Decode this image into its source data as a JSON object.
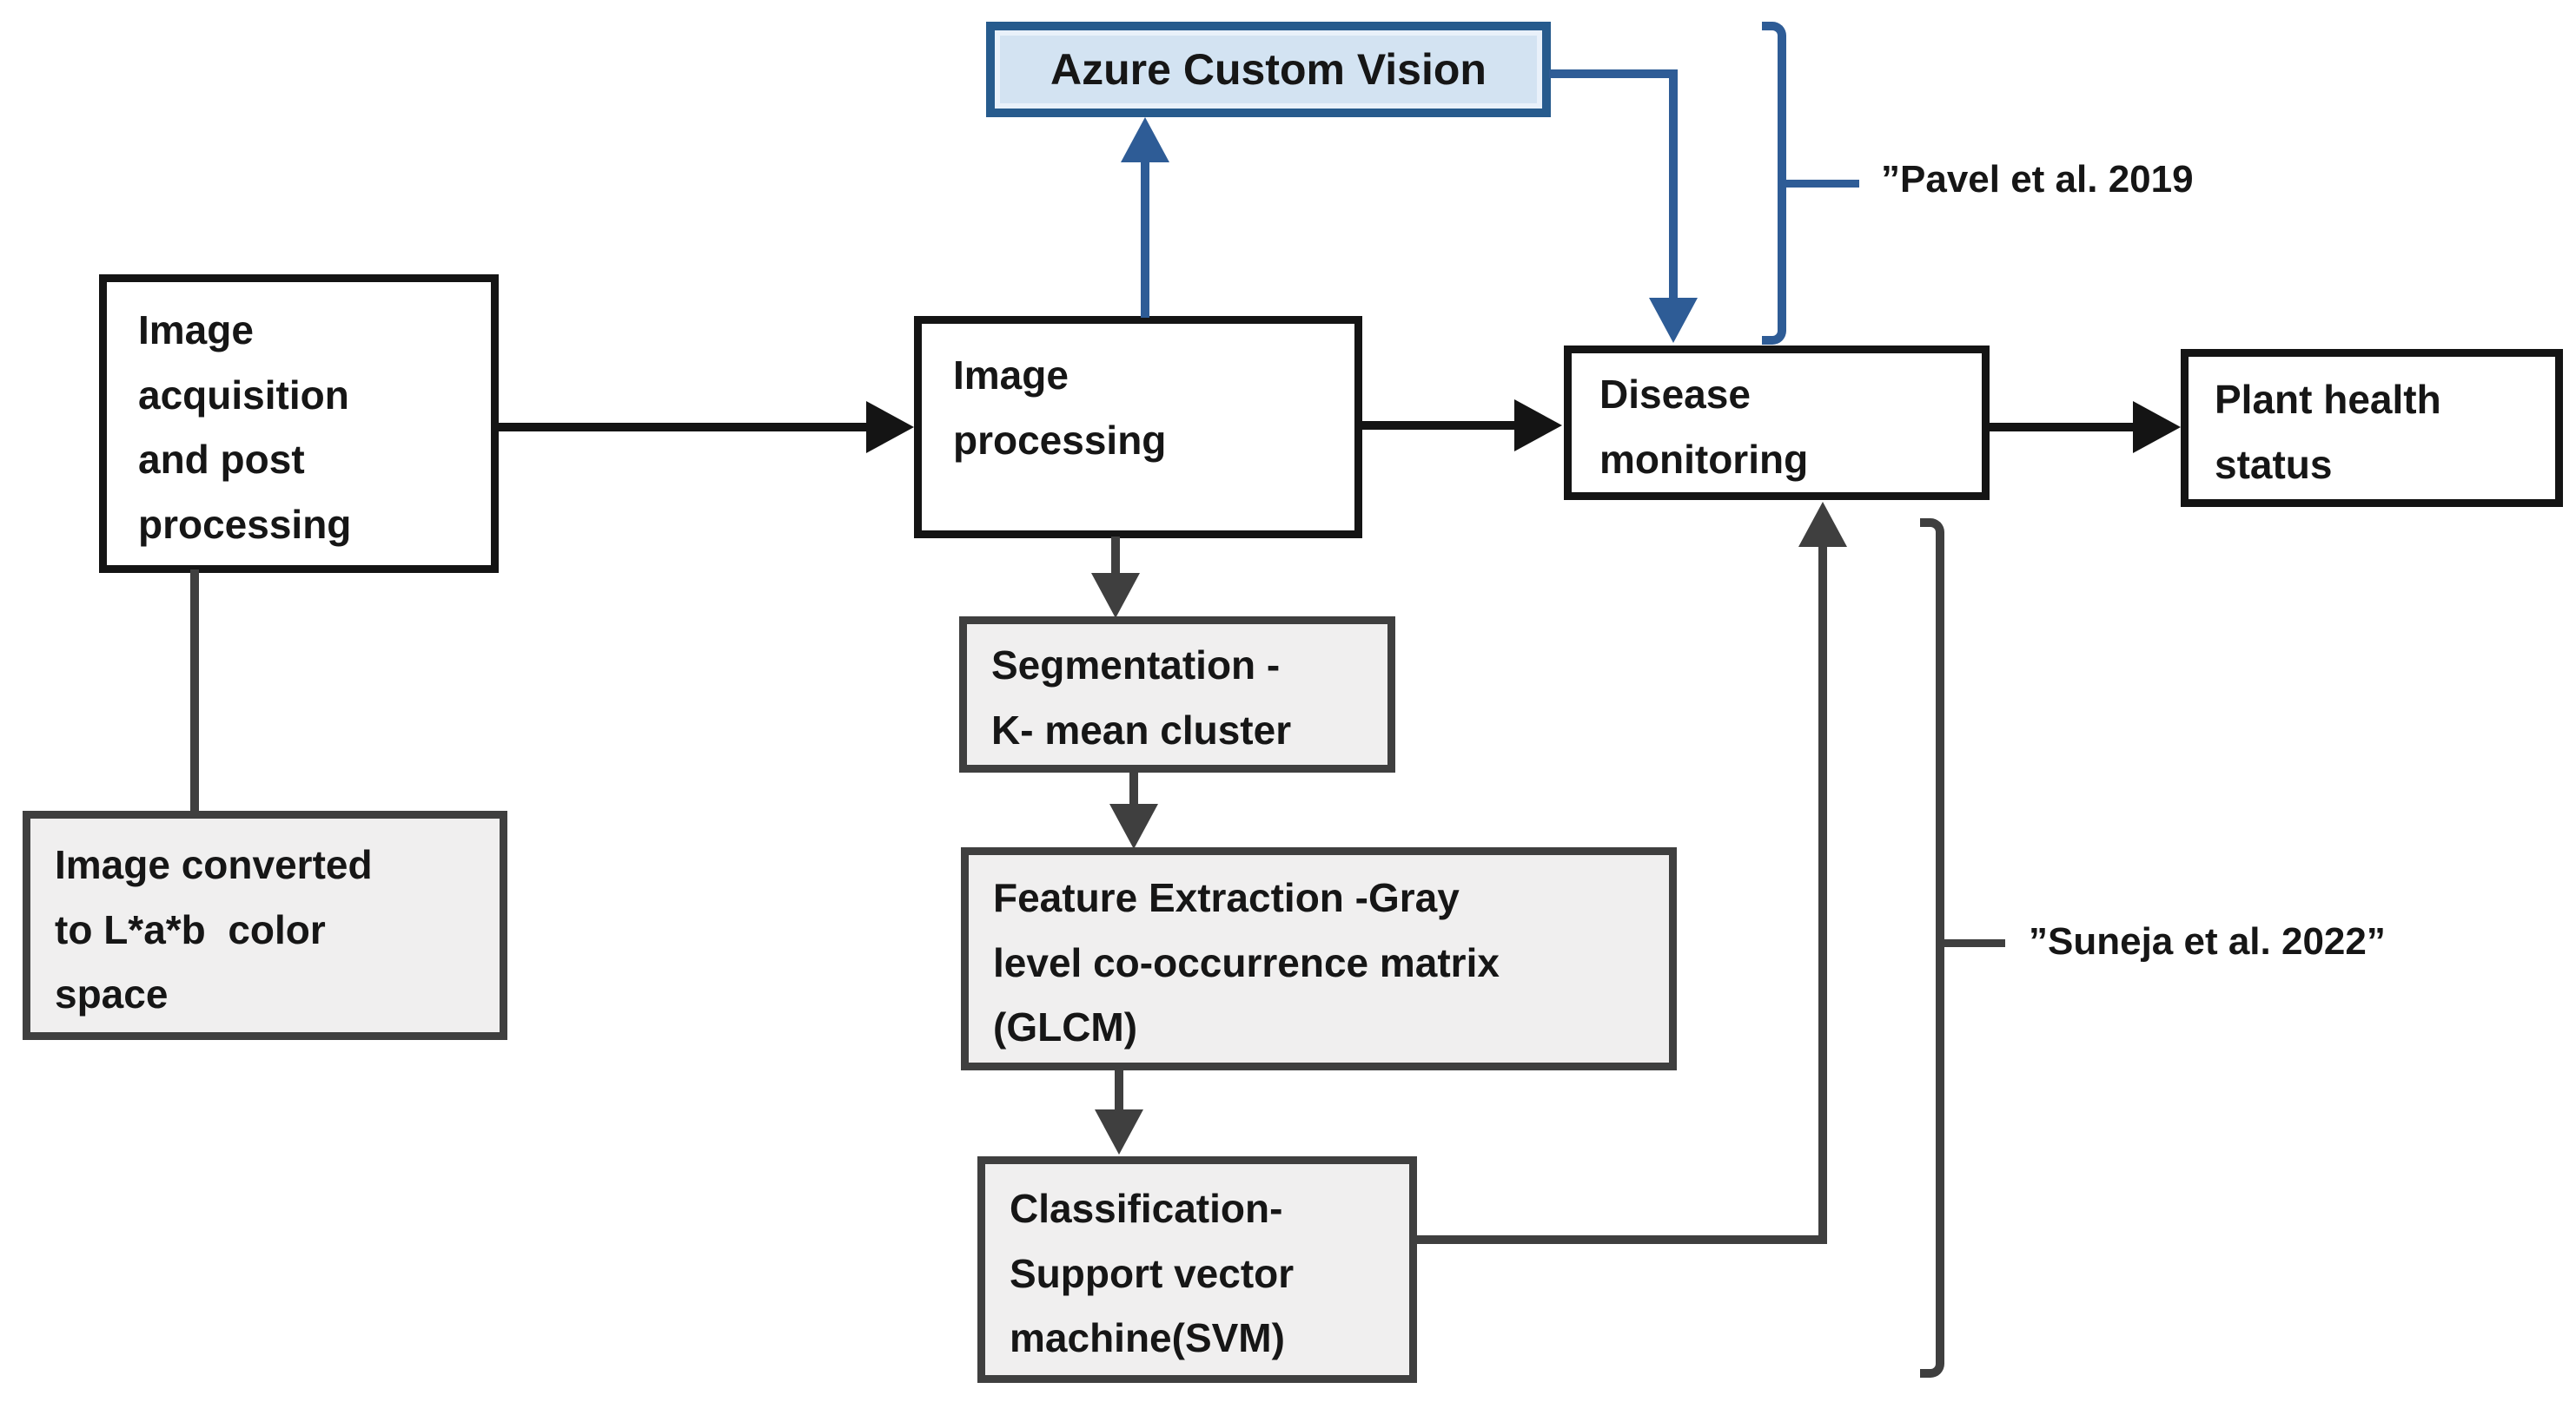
{
  "diagram": {
    "title_hint": "plant disease monitoring flowchart",
    "boxes": {
      "azure": {
        "label": "Azure Custom Vision"
      },
      "image_acquisition": {
        "label": "Image\nacquisition\nand post\nprocessing"
      },
      "image_processing": {
        "label": "Image\nprocessing"
      },
      "disease_monitoring": {
        "label": "Disease\nmonitoring"
      },
      "plant_health": {
        "label": "Plant health\nstatus"
      },
      "lab_conversion": {
        "label": "Image converted\nto L*a*b  color\nspace"
      },
      "segmentation": {
        "label": "Segmentation -\nK- mean cluster"
      },
      "feature_extraction": {
        "label": "Feature Extraction -Gray\nlevel co-occurrence matrix\n(GLCM)"
      },
      "classification": {
        "label": "Classification-\nSupport vector\nmachine(SVM)"
      }
    },
    "citations": {
      "pavel": "”Pavel et al. 2019",
      "suneja": "”Suneja et al. 2022”"
    },
    "colors": {
      "azure_fill": "#d3e3f2",
      "azure_border": "#275b8d",
      "blue_accent": "#2e5c96",
      "black": "#141414",
      "dark_gray": "#3f3f3f",
      "gray_fill": "#f0efef",
      "white_fill": "#ffffff",
      "text_color": "#161616"
    }
  }
}
